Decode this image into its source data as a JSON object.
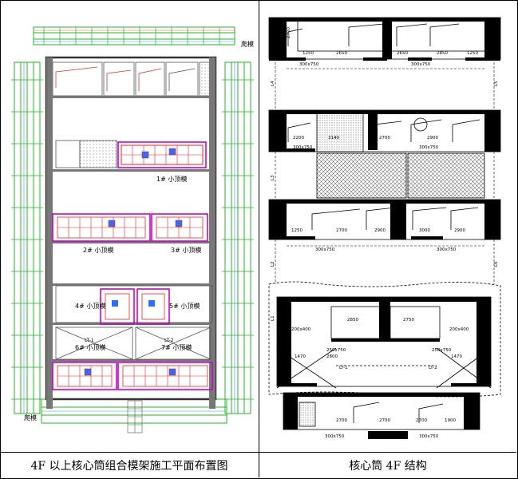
{
  "left": {
    "caption": "4F 以上核心筒组合模架施工平面布置图",
    "labels": {
      "climb_top": "爬模",
      "climb_bottom": "爬模",
      "m1": "1# 小顶模",
      "m2": "2# 小顶模",
      "m3": "3# 小顶模",
      "m4": "4# 小顶模",
      "m5": "5# 小顶模",
      "m6": "6# 小顶模",
      "m7": "7# 小顶模",
      "lt1": "LT-1",
      "lt2": "LT-2"
    }
  },
  "right": {
    "caption": "核心筒 4F 结构",
    "dims": {
      "d2700a": "2700",
      "d1250a": "1250",
      "d2650a": "2650",
      "d2650b": "2650",
      "d2850a": "2850",
      "d1250b": "1250",
      "beam300a": "300x750",
      "beam300b": "300x750",
      "d2200": "2200",
      "d3140": "3140",
      "d2700b": "2700",
      "d2900a": "2900",
      "beam300c": "300x750",
      "beam300d": "300x750",
      "d1250c": "1250",
      "d2700c": "2700",
      "d2900b": "2900",
      "d3000": "3000",
      "d2900c": "2900",
      "beam300e": "300x750",
      "beam300f": "300x750",
      "d200a": "200x400",
      "d2850b": "2850",
      "d2750": "2750",
      "d200b": "200x400",
      "d250a": "250x750",
      "d250b": "250x750",
      "d1470a": "1470",
      "d2800": "2800",
      "d1470b": "1470",
      "d2700d": "2700",
      "d2700e": "2700",
      "d2700f": "2700",
      "d1900": "1900",
      "beam300g": "300x750",
      "beam300h": "300x750",
      "lt1": "LT-1",
      "lt2": "LT-2",
      "l4": "L4",
      "l5": "L5",
      "l3": "L3",
      "l2": "L2",
      "l1": "L1",
      "l6": "L6"
    }
  }
}
